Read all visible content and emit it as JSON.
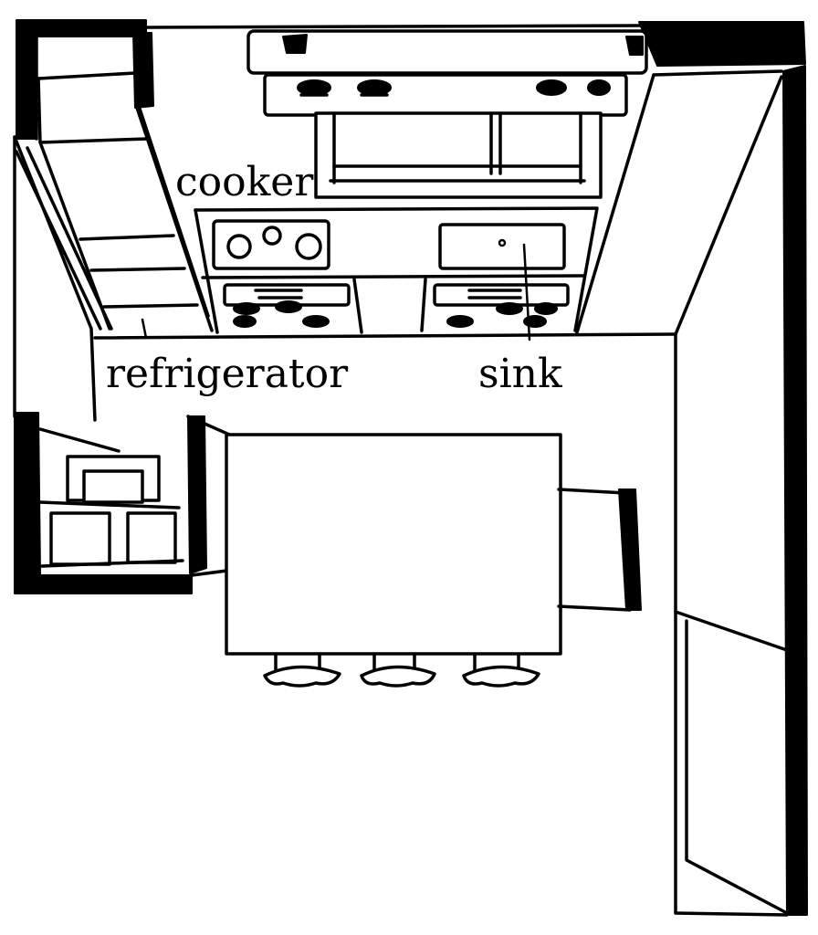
{
  "labels": {
    "cooker": "cooker",
    "refrigerator": "refrigerator",
    "sink": "sink"
  },
  "colors": {
    "ink": "#000000",
    "paper": "#ffffff"
  }
}
